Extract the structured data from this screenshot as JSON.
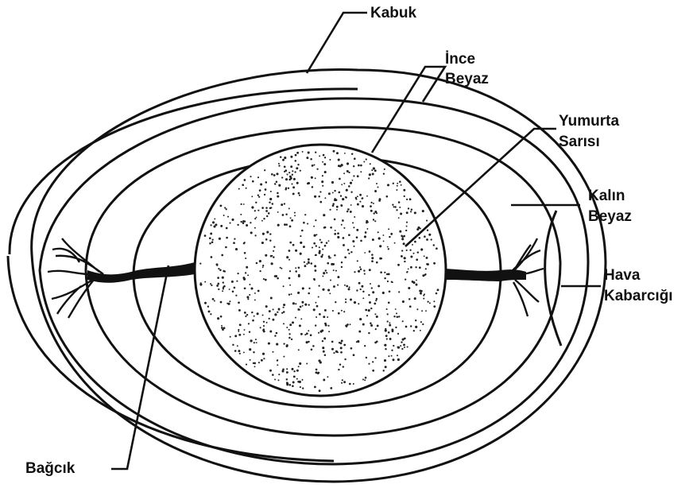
{
  "labels": {
    "shell": "Kabuk",
    "thin_white_line1": "İnce",
    "thin_white_line2": "Beyaz",
    "yolk_line1": "Yumurta",
    "yolk_line2": "Sarısı",
    "thick_white_line1": "Kalın",
    "thick_white_line2": "Beyaz",
    "air_cell_line1": "Hava",
    "air_cell_line2": "Kabarcığı",
    "chalaza": "Bağcık"
  }
}
